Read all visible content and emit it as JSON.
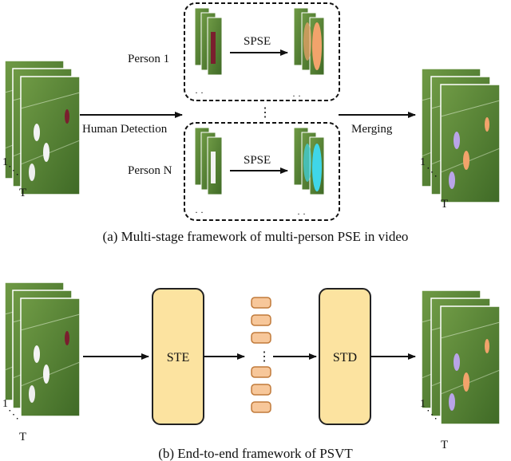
{
  "top_panel": {
    "caption": "(a) Multi-stage framework of multi-person PSE in video",
    "person_first_label": "Person 1",
    "person_last_label": "Person N",
    "stage_label": "SPSE",
    "detection_label": "Human Detection",
    "merge_label": "Merging",
    "ellipsis": "⋮",
    "frame_start": "1",
    "frame_end": "T"
  },
  "bottom_panel": {
    "caption": "(b) End-to-end framework of PSVT",
    "encoder_label": "STE",
    "decoder_label": "STD",
    "ellipsis": "⋮",
    "frame_start": "1",
    "frame_end": "T"
  },
  "colors": {
    "field_green": "#5d8a3a",
    "field_dark": "#3f6a26",
    "module_fill": "#fce3a0",
    "module_stroke": "#222222",
    "token_fill": "#f7c79a",
    "token_stroke": "#c07a3a",
    "mesh_orange": "#f2a36b",
    "mesh_cyan": "#3fd6e8",
    "mesh_purple": "#b9a4e8"
  }
}
